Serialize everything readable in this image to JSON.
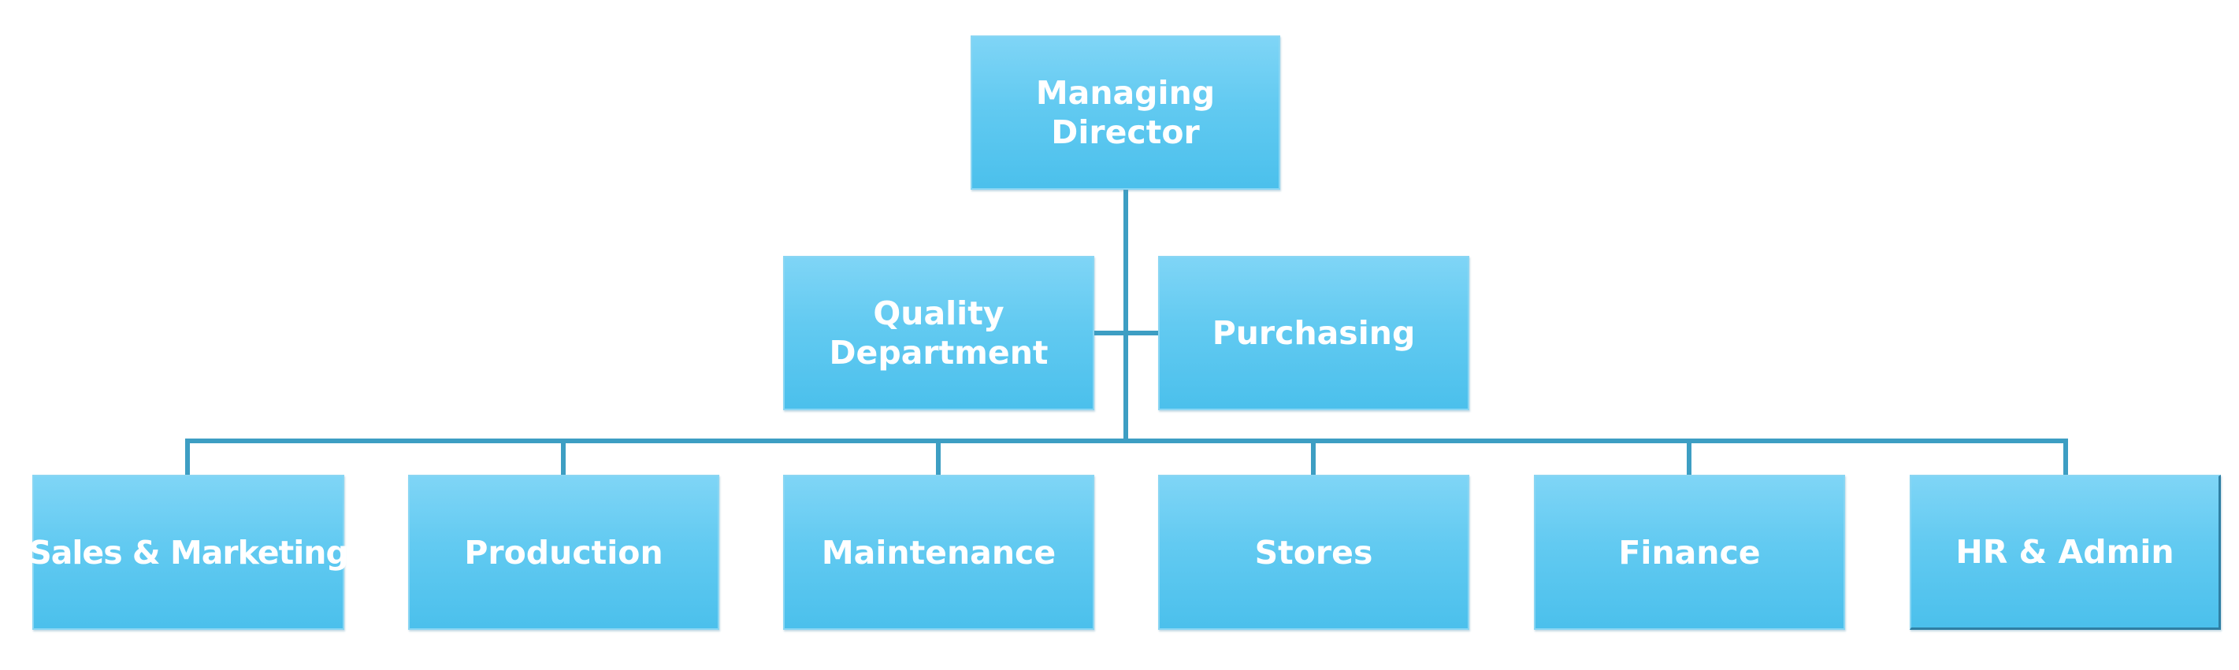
{
  "org_chart": {
    "top": {
      "label": "Managing Director"
    },
    "staff": [
      {
        "label": "Quality Department"
      },
      {
        "label": "Purchasing"
      }
    ],
    "departments": [
      {
        "label": "Sales & Marketing"
      },
      {
        "label": "Production"
      },
      {
        "label": "Maintenance"
      },
      {
        "label": "Stores"
      },
      {
        "label": "Finance"
      },
      {
        "label": "HR & Admin"
      }
    ]
  },
  "colors": {
    "box_fill": "#5ec8f0",
    "box_border": "#8ad6f3",
    "connector": "#3d9ec3",
    "text": "#ffffff"
  }
}
